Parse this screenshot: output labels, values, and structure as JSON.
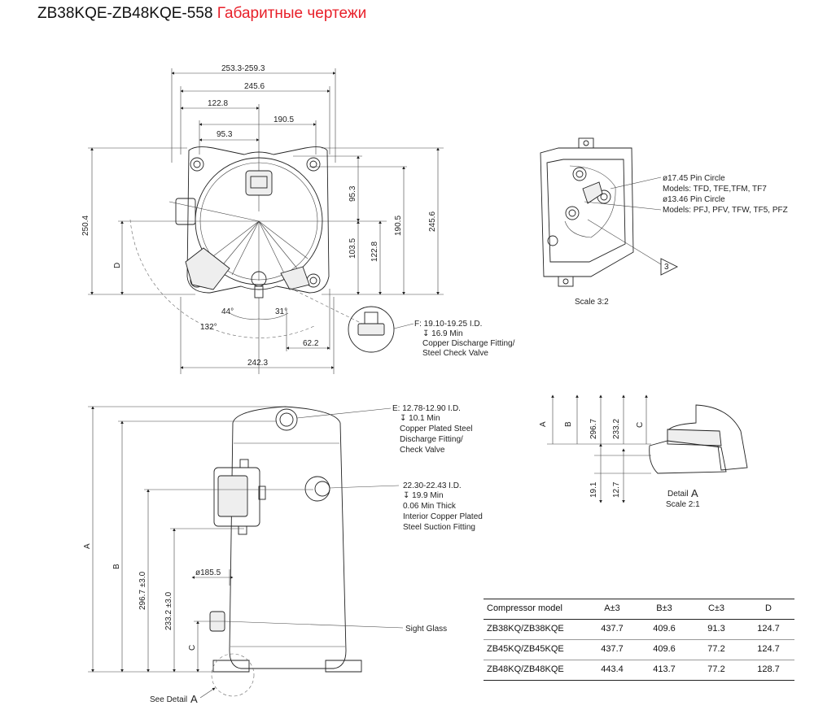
{
  "header": {
    "model": "ZB38KQE-ZB48KQE-558",
    "subtitle": "Габаритные чертежи"
  },
  "top_view": {
    "dim_overall_width": "253.3-259.3",
    "dim_width": "245.6",
    "dim_122_8": "122.8",
    "dim_190_5": "190.5",
    "dim_95_3": "95.3",
    "dim_height_left": "250.4",
    "dim_d": "D",
    "dim_v_95_3": "95.3",
    "dim_v_103_5": "103.5",
    "dim_v_122_8": "122.8",
    "dim_v_190_5": "190.5",
    "dim_v_245_6": "245.6",
    "angle_44": "44°",
    "angle_31": "31°",
    "angle_132": "132°",
    "dim_62_2": "62.2",
    "dim_242_3": "242.3",
    "discharge_lines": [
      "F: 19.10-19.25 I.D.",
      "↧ 16.9 Min",
      "Copper Discharge Fitting/",
      "Steel Check Valve"
    ]
  },
  "terminal": {
    "pin_lines": [
      "ø17.45 Pin Circle",
      "Models: TFD, TFE,TFM, TF7",
      "ø13.46 Pin Circle",
      "Models: PFJ, PFV, TFW, TF5, PFZ"
    ],
    "scale": "Scale 3:2",
    "callout": "3"
  },
  "side_view": {
    "e_lines": [
      "E: 12.78-12.90 I.D.",
      "↧ 10.1 Min",
      "Copper Plated Steel",
      "Discharge Fitting/",
      "Check Valve"
    ],
    "suction_lines": [
      "22.30-22.43 I.D.",
      "↧ 19.9 Min",
      "0.06 Min Thick",
      "Interior Copper Plated",
      "Steel Suction Fitting"
    ],
    "dim_a": "A",
    "dim_b": "B",
    "dim_296": "296.7 ±3.0",
    "dim_233": "233.2 ±3.0",
    "dim_c": "C",
    "dim_diam": "ø185.5",
    "sight_glass": "Sight Glass",
    "see_detail": "See Detail",
    "see_detail_letter": "A"
  },
  "detail": {
    "a": "A",
    "b": "B",
    "d296": "296.7",
    "d233": "233.2",
    "c": "C",
    "d19": "19.1",
    "d12": "12.7",
    "label": "Detail",
    "letter": "A",
    "scale": "Scale 2:1"
  },
  "table": {
    "headers": [
      "Compressor model",
      "A±3",
      "B±3",
      "C±3",
      "D"
    ],
    "rows": [
      [
        "ZB38KQ/ZB38KQE",
        "437.7",
        "409.6",
        "91.3",
        "124.7"
      ],
      [
        "ZB45KQ/ZB45KQE",
        "437.7",
        "409.6",
        "77.2",
        "124.7"
      ],
      [
        "ZB48KQ/ZB48KQE",
        "443.4",
        "413.7",
        "77.2",
        "128.7"
      ]
    ]
  }
}
